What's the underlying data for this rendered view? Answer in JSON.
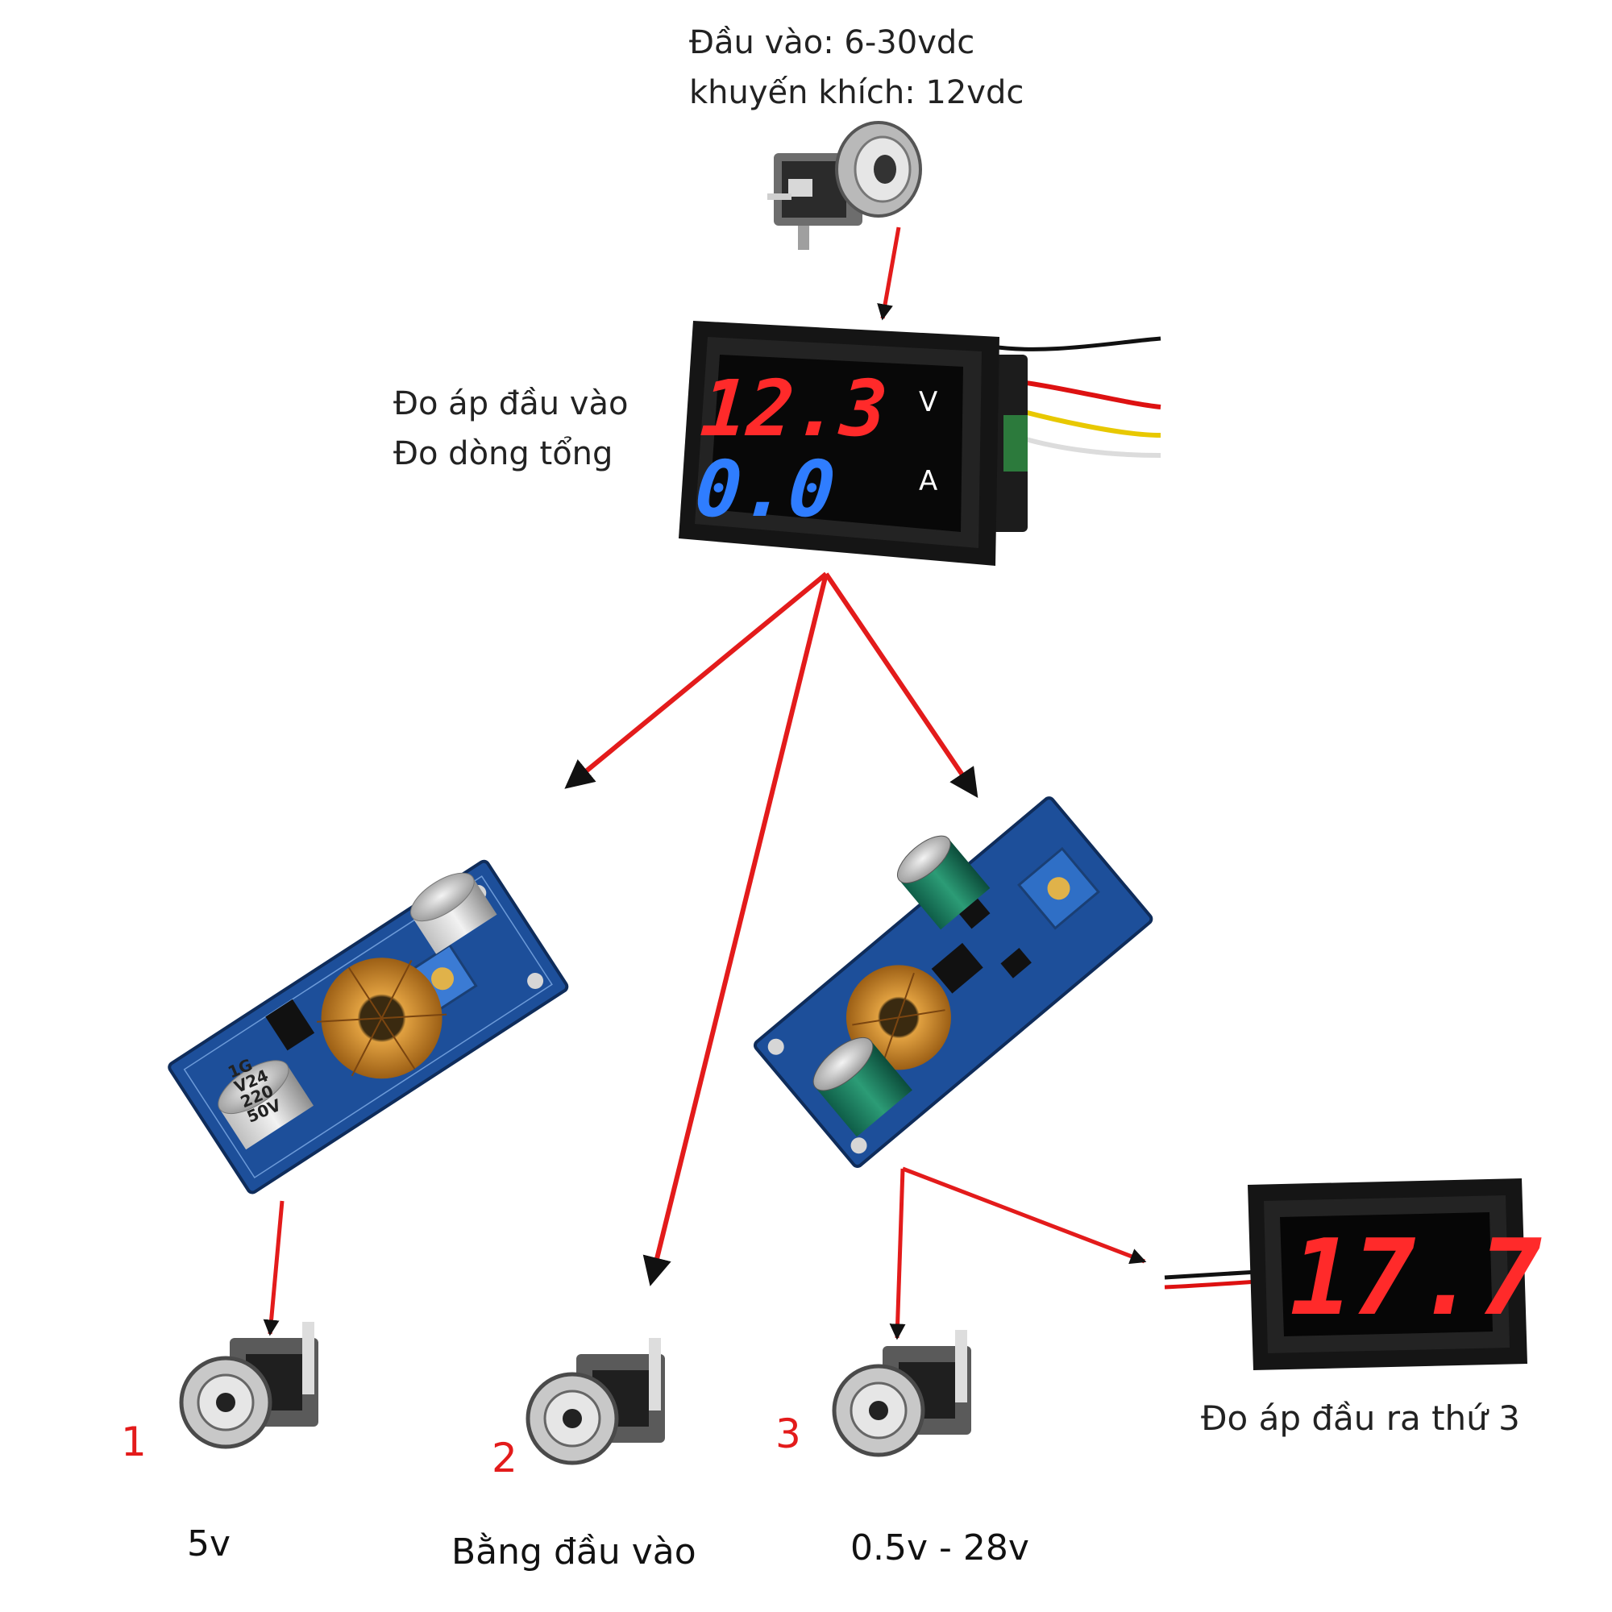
{
  "input_note": {
    "line1": "Đầu vào: 6-30vdc",
    "line2": "khuyến khích: 12vdc"
  },
  "meter_note": {
    "line1": "Đo áp đầu vào",
    "line2": "Đo dòng tổng"
  },
  "meter_display": {
    "voltage": "12.3",
    "voltage_unit": "V",
    "current": "0.0",
    "current_unit": "A"
  },
  "meter3_display": {
    "voltage": "17.7"
  },
  "meter3_note": "Đo áp đầu ra thứ 3",
  "buck1_caps": [
    "1G",
    "V24",
    "220",
    "50V"
  ],
  "outputs": [
    {
      "number": "1",
      "label": "5v"
    },
    {
      "number": "2",
      "label": "Bằng đầu vào"
    },
    {
      "number": "3",
      "label": "0.5v - 28v"
    }
  ],
  "colors": {
    "arrow": "#e31b1b",
    "arrowhead": "#111111",
    "seg_red": "#ff2a2a",
    "seg_blue": "#2f7dff",
    "pcb": "#1d4f9a"
  }
}
